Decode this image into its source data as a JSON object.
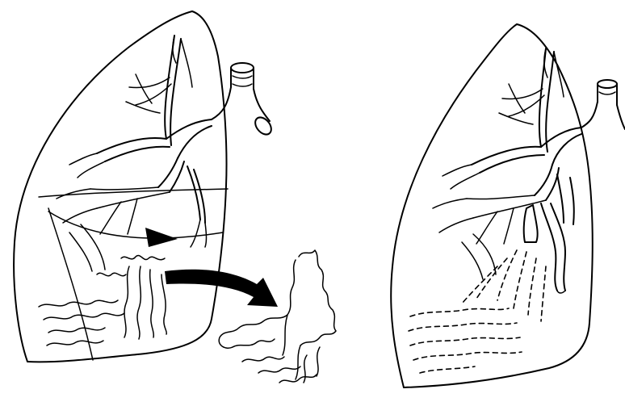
{
  "figure": {
    "panels": [
      {
        "id": "left-lung",
        "description_key": "lung-with-lobe-fissures"
      },
      {
        "id": "right-lung",
        "description_key": "lung-with-dashed-region"
      }
    ],
    "colors": {
      "ink": "#000000",
      "background": "#ffffff"
    },
    "icons": [
      "arrowhead-icon",
      "curved-arrow-icon"
    ]
  }
}
